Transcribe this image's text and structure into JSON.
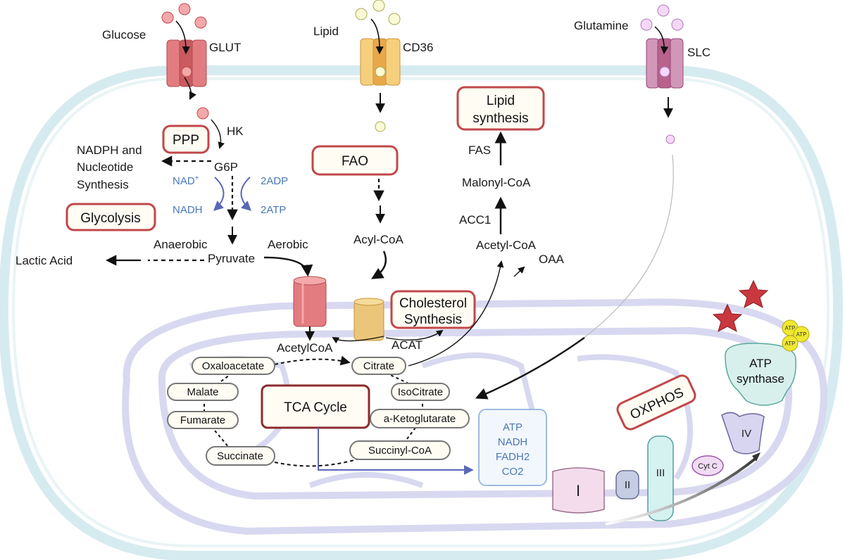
{
  "transporters": {
    "glucose": "Glucose",
    "glut": "GLUT",
    "lipid": "Lipid",
    "cd36": "CD36",
    "glutamine": "Glutamine",
    "slc": "SLC"
  },
  "boxes": {
    "ppp": "PPP",
    "glycolysis": "Glycolysis",
    "fao": "FAO",
    "lipid_synthesis_1": "Lipid",
    "lipid_synthesis_2": "synthesis",
    "cholesterol_1": "Cholesterol",
    "cholesterol_2": "Synthesis",
    "tca_cycle": "TCA Cycle",
    "oxphos": "OXPHOS"
  },
  "glycolysis": {
    "hk": "HK",
    "nadph_1": "NADPH and",
    "nadph_2": "Nucleotide",
    "nadph_3": "Synthesis",
    "g6p": "G6P",
    "nad": "NAD",
    "nad_sup": "+",
    "nadh": "NADH",
    "adp": "2ADP",
    "atp": "2ATP",
    "anaerobic": "Anaerobic",
    "aerobic": "Aerobic",
    "pyruvate": "Pyruvate",
    "lactic_acid": "Lactic Acid"
  },
  "lipid_path": {
    "acyl_coa": "Acyl-CoA",
    "fas": "FAS",
    "malonyl_coa": "Malonyl-CoA",
    "acc1": "ACC1",
    "acetyl_coa": "Acetyl-CoA",
    "oaa": "OAA",
    "acat": "ACAT",
    "acetylcoa": "AcetylCoA"
  },
  "tca": {
    "oxaloacetate": "Oxaloacetate",
    "citrate": "Citrate",
    "malate": "Malate",
    "isocitrate": "IsoCitrate",
    "fumarate": "Fumarate",
    "aketoglutarate": "a-Ketoglutarate",
    "succinyl_coa": "Succinyl-CoA",
    "succinate": "Succinate"
  },
  "products": [
    "ATP",
    "NADH",
    "FADH2",
    "CO2"
  ],
  "etc": {
    "complex_1": "I",
    "complex_2": "II",
    "complex_3": "III",
    "cyt_c": "Cyt C",
    "complex_4": "IV",
    "atp_synthase_1": "ATP",
    "atp_synthase_2": "synthase",
    "atp_badge": "ATP"
  },
  "colors": {
    "box_border": "#c0474a",
    "tca_border": "#8b2b2e",
    "blue_text": "#4a78b5",
    "membrane": "#d4e9ee",
    "mito": "#d8d8f0",
    "glut": "#e27c80",
    "cd36": "#f0b85a",
    "slc": "#c0708a",
    "star": "#c9383e"
  }
}
